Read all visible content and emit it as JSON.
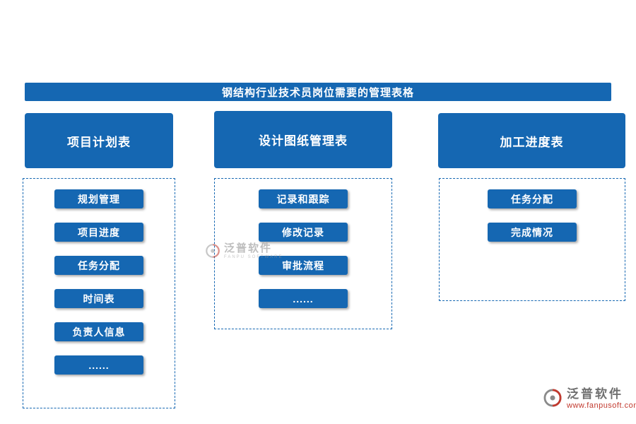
{
  "title": "钢结构行业技术员岗位需要的管理表格",
  "columns": [
    {
      "header": "项目计划表",
      "items": [
        "规划管理",
        "项目进度",
        "任务分配",
        "时间表",
        "负责人信息",
        "......"
      ]
    },
    {
      "header": "设计图纸管理表",
      "items": [
        "记录和跟踪",
        "修改记录",
        "审批流程",
        "......"
      ]
    },
    {
      "header": "加工进度表",
      "items": [
        "任务分配",
        "完成情况"
      ]
    }
  ],
  "watermark_center": {
    "brand": "泛普软件",
    "sub": "FANPU SOFTWARE"
  },
  "watermark_footer": {
    "brand": "泛普软件",
    "url": "www.fanpusoft.com"
  },
  "colors": {
    "primary_blue": "#1567b2",
    "watermark_red": "#c23a2f",
    "watermark_gray": "#8a8a8a"
  }
}
